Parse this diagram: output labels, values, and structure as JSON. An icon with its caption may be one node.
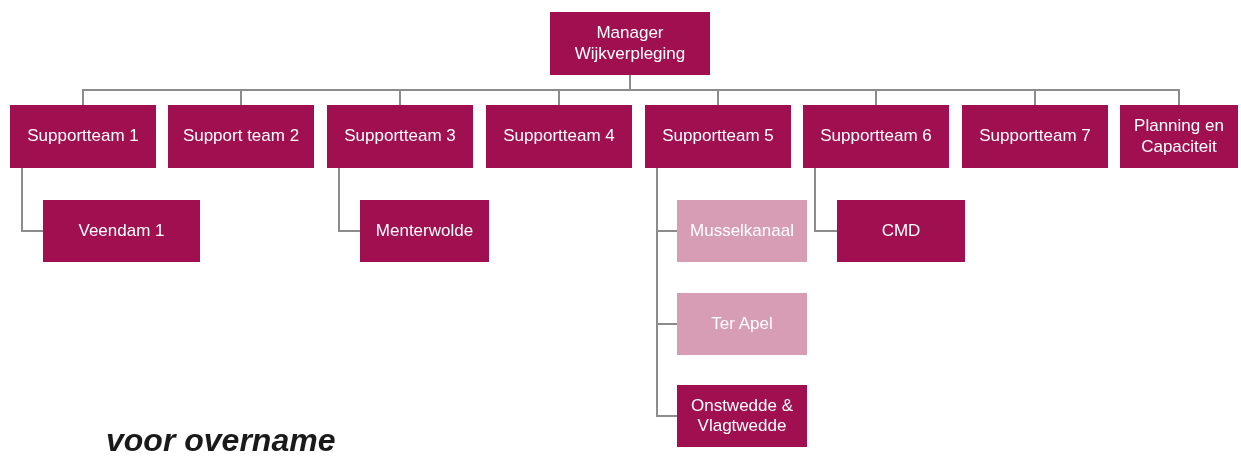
{
  "diagram": {
    "nodes": [
      {
        "text": [
          "Manager Wijkverpleging"
        ]
      },
      {
        "text": [
          "Supportteam 1"
        ]
      },
      {
        "text": [
          "Support team 2"
        ]
      },
      {
        "text": [
          "Supportteam 3"
        ]
      },
      {
        "text": [
          "Supportteam 4"
        ]
      },
      {
        "text": [
          "Supportteam 5"
        ]
      },
      {
        "text": [
          "Supportteam 6"
        ]
      },
      {
        "text": [
          "Supportteam 7"
        ]
      },
      {
        "text": [
          "Planning en Capaciteit"
        ]
      },
      {
        "text": [
          "Veendam 1"
        ]
      },
      {
        "text": [
          "Menterwolde"
        ]
      },
      {
        "text": [
          "Musselkanaal"
        ]
      },
      {
        "text": [
          "CMD"
        ]
      },
      {
        "text": [
          "Ter Apel"
        ]
      },
      {
        "text": [
          "Onstwedde & Vlagtwedde"
        ]
      }
    ],
    "edges": [
      {
        "from": 0,
        "to": 1,
        "arrow": "none"
      },
      {
        "from": 0,
        "to": 2,
        "arrow": "none"
      },
      {
        "from": 0,
        "to": 3,
        "arrow": "none"
      },
      {
        "from": 0,
        "to": 4,
        "arrow": "none"
      },
      {
        "from": 0,
        "to": 5,
        "arrow": "none"
      },
      {
        "from": 0,
        "to": 6,
        "arrow": "none"
      },
      {
        "from": 0,
        "to": 7,
        "arrow": "none"
      },
      {
        "from": 0,
        "to": 8,
        "arrow": "none"
      },
      {
        "from": 1,
        "to": 9,
        "arrow": "none"
      },
      {
        "from": 3,
        "to": 10,
        "arrow": "none"
      },
      {
        "from": 5,
        "to": 11,
        "arrow": "none"
      },
      {
        "from": 6,
        "to": 12,
        "arrow": "none"
      },
      {
        "from": 5,
        "to": 13,
        "arrow": "none"
      },
      {
        "from": 5,
        "to": 14,
        "arrow": "none"
      }
    ],
    "labels": [
      "voor overname"
    ]
  }
}
